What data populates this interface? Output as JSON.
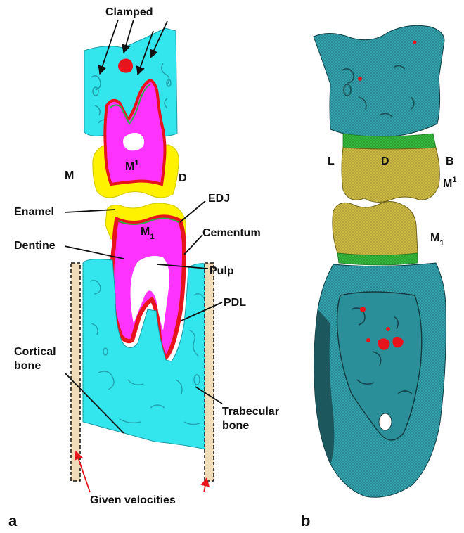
{
  "labels": {
    "clamped": "Clamped",
    "enamel": "Enamel",
    "dentine": "Dentine",
    "edj": "EDJ",
    "cementum": "Cementum",
    "pulp": "Pulp",
    "pdl": "PDL",
    "cortical_bone_1": "Cortical",
    "cortical_bone_2": "bone",
    "trabecular_bone_1": "Trabecular",
    "trabecular_bone_2": "bone",
    "given_velocities": "Given velocities",
    "m_left": "M",
    "d_left": "D",
    "upper_molar_base": "M",
    "upper_molar_sup": "1",
    "lower_molar_base": "M",
    "lower_molar_sub": "1",
    "l_right": "L",
    "d_right": "D",
    "b_right": "B",
    "upper_molar_right_base": "M",
    "upper_molar_right_sup": "1",
    "lower_molar_right_base": "M",
    "lower_molar_right_sub": "1"
  },
  "panels": {
    "a": "a",
    "b": "b"
  },
  "colors": {
    "bone": "#33e6ee",
    "bone_dark": "#1c8c9a",
    "mesh_bone": "#2c9ea8",
    "mesh_dark": "#164a50",
    "enamel": "#fff200",
    "enamel_mesh": "#c7b63f",
    "dentine": "#ff33ff",
    "pdl": "#e8141c",
    "edj_line": "#2db04a",
    "cementum_green": "#2fb83a",
    "pulp": "#ffffff",
    "velocity_bar": "#f0dcb8",
    "arrow_red": "#e8141c"
  }
}
